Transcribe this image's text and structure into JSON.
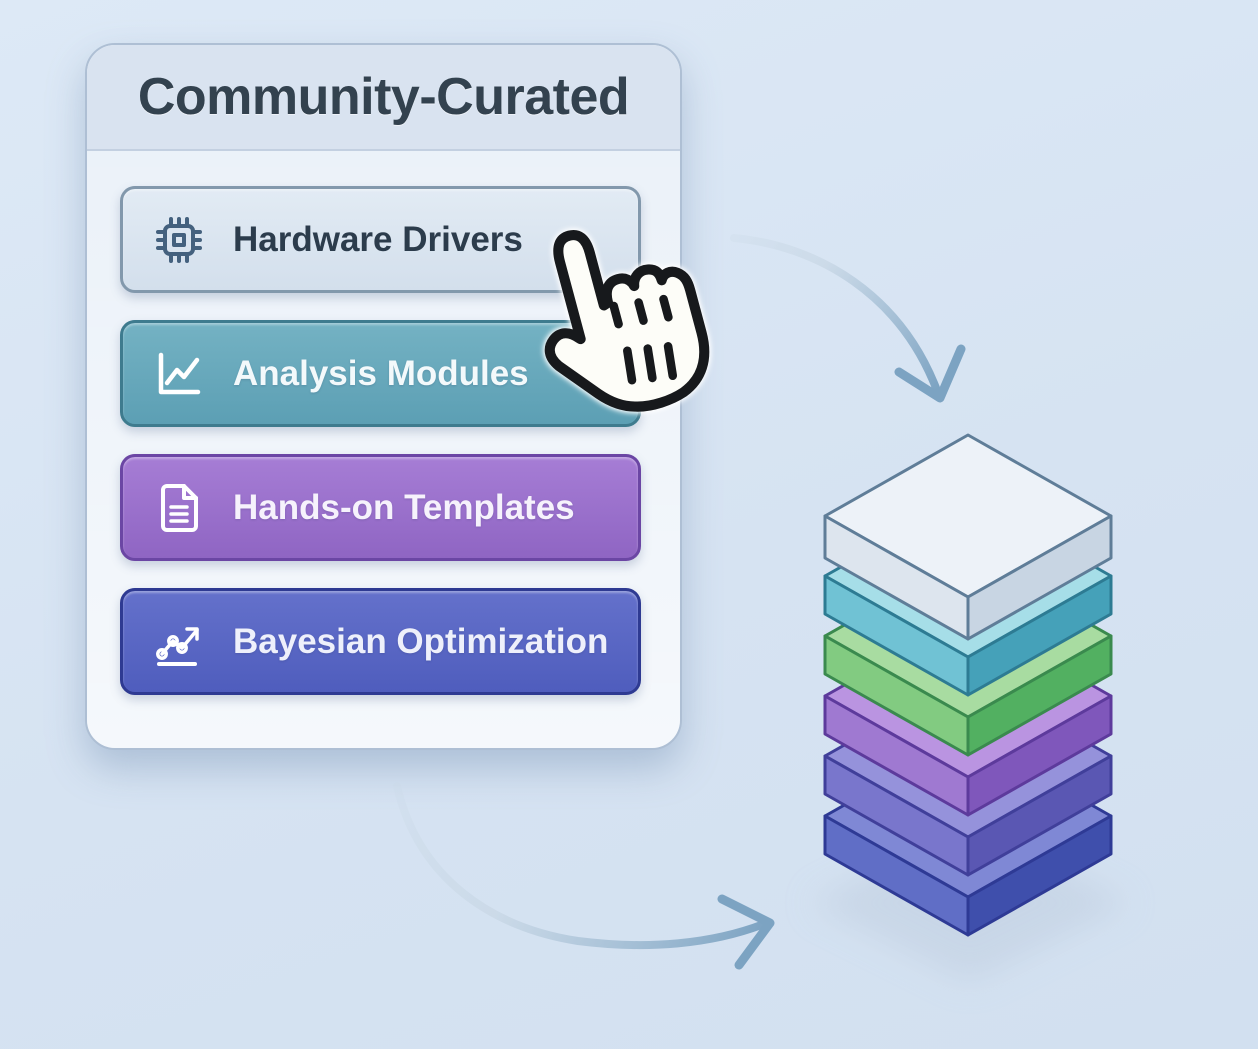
{
  "panel": {
    "title": "Community-Curated",
    "bg": "#e9f0f8",
    "header_bg": "#d9e3f0",
    "border": "#aebfd4",
    "title_color": "#33424f"
  },
  "buttons": [
    {
      "label": "Hardware Drivers",
      "icon": "chip-icon",
      "bg_top": "#e2ebf4",
      "bg_bottom": "#d3dfec",
      "border": "#8298ac",
      "text_color": "#2c3c4c",
      "icon_color": "#44617e"
    },
    {
      "label": "Analysis Modules",
      "icon": "line-chart-icon",
      "bg_top": "#74b2c3",
      "bg_bottom": "#5c9fb4",
      "border": "#3e7b8e",
      "text_color": "#f3f9fb",
      "icon_color": "#ffffff"
    },
    {
      "label": "Hands-on Templates",
      "icon": "document-icon",
      "bg_top": "#a67dd5",
      "bg_bottom": "#8f65c3",
      "border": "#6b46a4",
      "text_color": "#f6f2fc",
      "icon_color": "#ffffff"
    },
    {
      "label": "Bayesian Optimization",
      "icon": "trend-up-icon",
      "bg_top": "#6471cb",
      "bg_bottom": "#4f5dbd",
      "border": "#2e3a92",
      "text_color": "#eef0fb",
      "icon_color": "#ffffff"
    }
  ],
  "cursor": {
    "fill": "#fdfdf8"
  },
  "arrows": {
    "gradient_start": "#c9d8e6",
    "gradient_end": "#7ca3c2"
  },
  "stack": {
    "shadow": "#c6d4e5",
    "layers": [
      {
        "name": "layer-white",
        "top": "#edf2f8",
        "left": "#dde5ee",
        "right": "#c8d5e3",
        "stroke": "#5f7d98"
      },
      {
        "name": "layer-teal",
        "top": "#a6dee8",
        "left": "#70c2d4",
        "right": "#45a1b9",
        "stroke": "#2d7b93"
      },
      {
        "name": "layer-green",
        "top": "#a8dca1",
        "left": "#82cb81",
        "right": "#52b061",
        "stroke": "#3a8a4e"
      },
      {
        "name": "layer-purple",
        "top": "#ba94e1",
        "left": "#9f79d1",
        "right": "#7f57bb",
        "stroke": "#5d3a9c"
      },
      {
        "name": "layer-violet",
        "top": "#9592db",
        "left": "#7976cc",
        "right": "#5a57b3",
        "stroke": "#403f9a"
      },
      {
        "name": "layer-indigo",
        "top": "#7f88d5",
        "left": "#606ec6",
        "right": "#3f4fac",
        "stroke": "#2e3a95"
      }
    ]
  }
}
